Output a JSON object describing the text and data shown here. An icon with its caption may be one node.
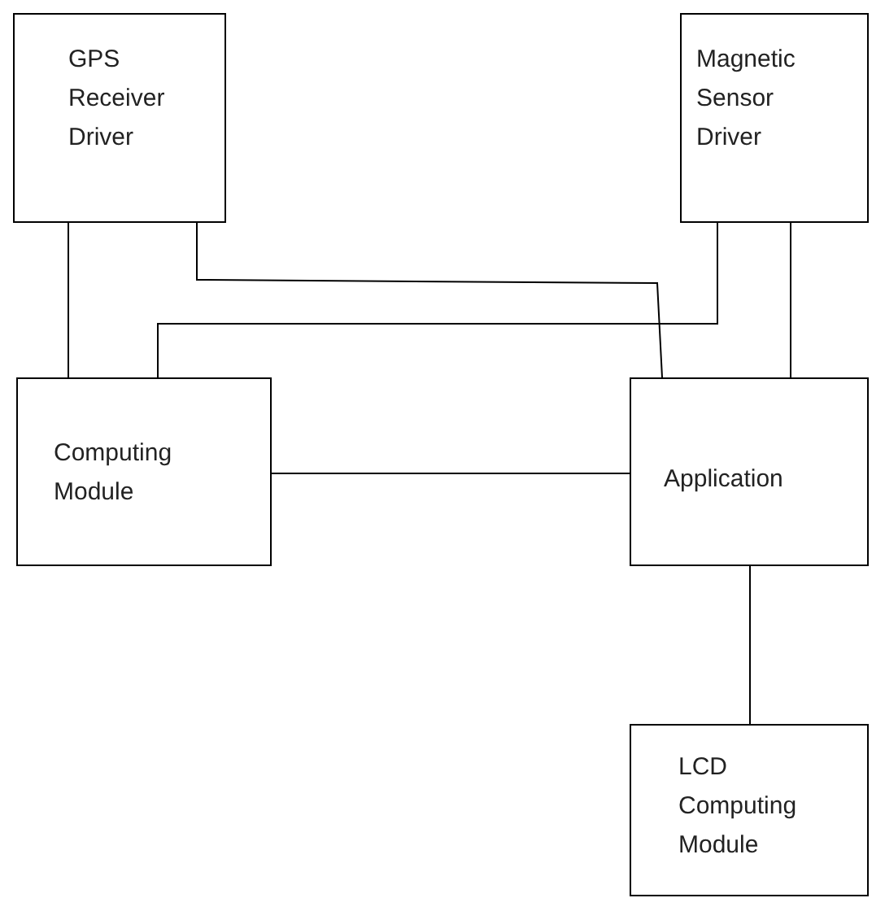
{
  "diagram": {
    "nodes": [
      {
        "text": [
          "GPS Receiver Driver"
        ]
      },
      {
        "text": [
          "Magnetic Sensor Driver"
        ]
      },
      {
        "text": [
          "Computing Module"
        ]
      },
      {
        "text": [
          "Application"
        ]
      },
      {
        "text": [
          "LCD Computing Module"
        ]
      }
    ],
    "edges": [
      {
        "from": 0,
        "to": 2,
        "arrow": "none"
      },
      {
        "from": 0,
        "to": 3,
        "arrow": "none"
      },
      {
        "from": 1,
        "to": 2,
        "arrow": "none"
      },
      {
        "from": 1,
        "to": 3,
        "arrow": "none"
      },
      {
        "from": 2,
        "to": 3,
        "arrow": "none"
      },
      {
        "from": 3,
        "to": 4,
        "arrow": "none"
      }
    ]
  }
}
